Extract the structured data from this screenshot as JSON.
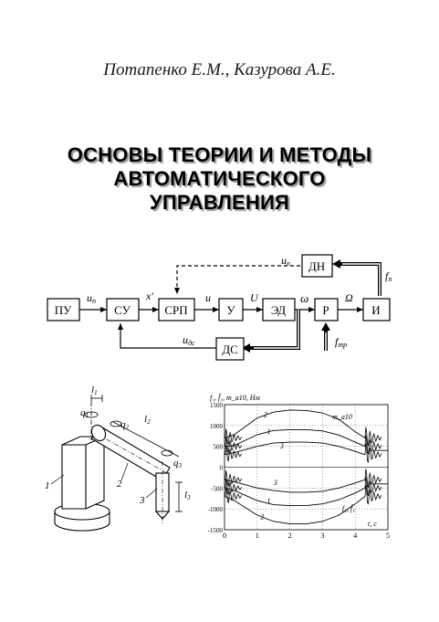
{
  "authors": "Потапенко Е.М., Казурова А.Е.",
  "title": {
    "line1": "ОСНОВЫ ТЕОРИИ И МЕТОДЫ",
    "line2": "АВТОМАТИЧЕСКОГО",
    "line3": "УПРАВЛЕНИЯ"
  },
  "block_diagram": {
    "blocks": {
      "pu": "ПУ",
      "su": "СУ",
      "srp": "СРП",
      "u": "У",
      "ed": "ЭД",
      "r": "Р",
      "i": "И",
      "dn": "ДН",
      "ds": "ДС"
    },
    "signals": {
      "u_p": "u",
      "u_p_sub": "п",
      "x_prime": "x′",
      "u": "u",
      "U": "U",
      "omega": "ω",
      "Omega": "Ω",
      "f_n": "f",
      "f_n_sub": "n",
      "f_tr": "f",
      "f_tr_sub": "mp",
      "u_n": "u",
      "u_n_sub": "n",
      "u_ds": "u",
      "u_ds_sub": "дс"
    }
  },
  "manipulator": {
    "l1": "l",
    "l1_sub": "1",
    "l2": "l",
    "l2_sub": "2",
    "l3": "l",
    "l3_sub": "3",
    "q1": "q",
    "q1_sub": "1",
    "q2": "q",
    "q2_sub": "2",
    "q3": "q",
    "q3_sub": "3",
    "part1": "1",
    "part2": "2",
    "part3": "3"
  },
  "chart_data": {
    "type": "line",
    "ylabel": "f₁, f̂₁, m_a10, Нм",
    "xlabel": "t, c",
    "xlim": [
      0,
      5
    ],
    "ylim": [
      -1500,
      1500
    ],
    "x_ticks": [
      "0",
      "1",
      "2",
      "3",
      "4",
      "5"
    ],
    "y_ticks": [
      "1500",
      "1000",
      "500",
      "0",
      "-500",
      "-1000",
      "-1500"
    ],
    "grid": true,
    "annotations": [
      "2",
      "1",
      "3",
      "m_a10",
      "3",
      "1",
      "2",
      "f₁, f̂₁"
    ],
    "series": [
      {
        "name": "2",
        "x": [
          0,
          0.3,
          1,
          1.5,
          2,
          2.5,
          3,
          3.5,
          4,
          4.3
        ],
        "y": [
          700,
          780,
          1180,
          1320,
          1370,
          1360,
          1300,
          1150,
          850,
          700
        ]
      },
      {
        "name": "1",
        "x": [
          0,
          0.3,
          1,
          1.5,
          2,
          2.5,
          3,
          3.5,
          4,
          4.3
        ],
        "y": [
          500,
          520,
          780,
          880,
          900,
          900,
          870,
          770,
          600,
          500
        ]
      },
      {
        "name": "3",
        "x": [
          0,
          0.3,
          1,
          1.5,
          2,
          2.5,
          3,
          3.5,
          4,
          4.3
        ],
        "y": [
          300,
          350,
          500,
          580,
          600,
          600,
          580,
          500,
          380,
          300
        ]
      },
      {
        "name": "3",
        "x": [
          0,
          0.3,
          1,
          1.5,
          2,
          2.5,
          3,
          3.5,
          4,
          4.3
        ],
        "y": [
          -300,
          -350,
          -500,
          -560,
          -600,
          -600,
          -580,
          -500,
          -380,
          -300
        ]
      },
      {
        "name": "1",
        "x": [
          0,
          0.3,
          1,
          1.5,
          2,
          2.5,
          3,
          3.5,
          4,
          4.3
        ],
        "y": [
          -500,
          -560,
          -800,
          -900,
          -920,
          -920,
          -880,
          -780,
          -620,
          -500
        ]
      },
      {
        "name": "2",
        "x": [
          0,
          0.3,
          1,
          1.5,
          2,
          2.5,
          3,
          3.5,
          4,
          4.3
        ],
        "y": [
          -700,
          -800,
          -1150,
          -1300,
          -1360,
          -1360,
          -1300,
          -1150,
          -880,
          -700
        ]
      }
    ]
  }
}
